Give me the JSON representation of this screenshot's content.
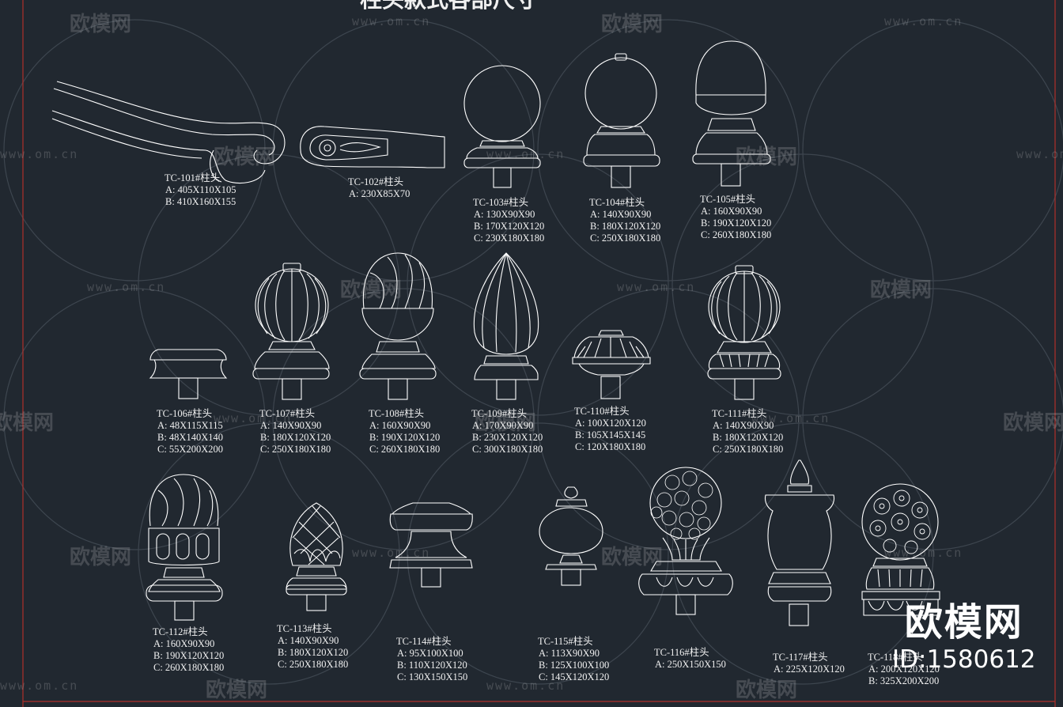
{
  "title": "柱头款式各部尺寸",
  "brand": {
    "name": "欧模网",
    "id": "ID:1580612"
  },
  "watermark": {
    "logo": "欧模网",
    "url": "www.om.cn"
  },
  "colors": {
    "background": "#212830",
    "lines": "#ffffff",
    "border": "#b0302a"
  },
  "items": [
    {
      "code": "TC-101#柱头",
      "dims": [
        "A: 405X110X105",
        "B: 410X160X155"
      ]
    },
    {
      "code": "TC-102#柱头",
      "dims": [
        "A: 230X85X70"
      ]
    },
    {
      "code": "TC-103#柱头",
      "dims": [
        "A: 130X90X90",
        "B: 170X120X120",
        "C: 230X180X180"
      ]
    },
    {
      "code": "TC-104#柱头",
      "dims": [
        "A: 140X90X90",
        "B: 180X120X120",
        "C: 250X180X180"
      ]
    },
    {
      "code": "TC-105#柱头",
      "dims": [
        "A: 160X90X90",
        "B: 190X120X120",
        "C: 260X180X180"
      ]
    },
    {
      "code": "TC-106#柱头",
      "dims": [
        "A: 48X115X115",
        "B: 48X140X140",
        "C: 55X200X200"
      ]
    },
    {
      "code": "TC-107#柱头",
      "dims": [
        "A: 140X90X90",
        "B: 180X120X120",
        "C: 250X180X180"
      ]
    },
    {
      "code": "TC-108#柱头",
      "dims": [
        "A: 160X90X90",
        "B: 190X120X120",
        "C: 260X180X180"
      ]
    },
    {
      "code": "TC-109#柱头",
      "dims": [
        "A: 170X90X90",
        "B: 230X120X120",
        "C: 300X180X180"
      ]
    },
    {
      "code": "TC-110#柱头",
      "dims": [
        "A: 100X120X120",
        "B: 105X145X145",
        "C: 120X180X180"
      ]
    },
    {
      "code": "TC-111#柱头",
      "dims": [
        "A: 140X90X90",
        "B: 180X120X120",
        "C: 250X180X180"
      ]
    },
    {
      "code": "TC-112#柱头",
      "dims": [
        "A: 160X90X90",
        "B: 190X120X120",
        "C: 260X180X180"
      ]
    },
    {
      "code": "TC-113#柱头",
      "dims": [
        "A: 140X90X90",
        "B: 180X120X120",
        "C: 250X180X180"
      ]
    },
    {
      "code": "TC-114#柱头",
      "dims": [
        "A: 95X100X100",
        "B: 110X120X120",
        "C: 130X150X150"
      ]
    },
    {
      "code": "TC-115#柱头",
      "dims": [
        "A: 113X90X90",
        "B: 125X100X100",
        "C: 145X120X120"
      ]
    },
    {
      "code": "TC-116#柱头",
      "dims": [
        "A: 250X150X150"
      ]
    },
    {
      "code": "TC-117#柱头",
      "dims": [
        "A: 225X120X120"
      ]
    },
    {
      "code": "TC-118#柱头",
      "dims": [
        "A: 200X120X120",
        "B: 325X200X200"
      ]
    }
  ]
}
